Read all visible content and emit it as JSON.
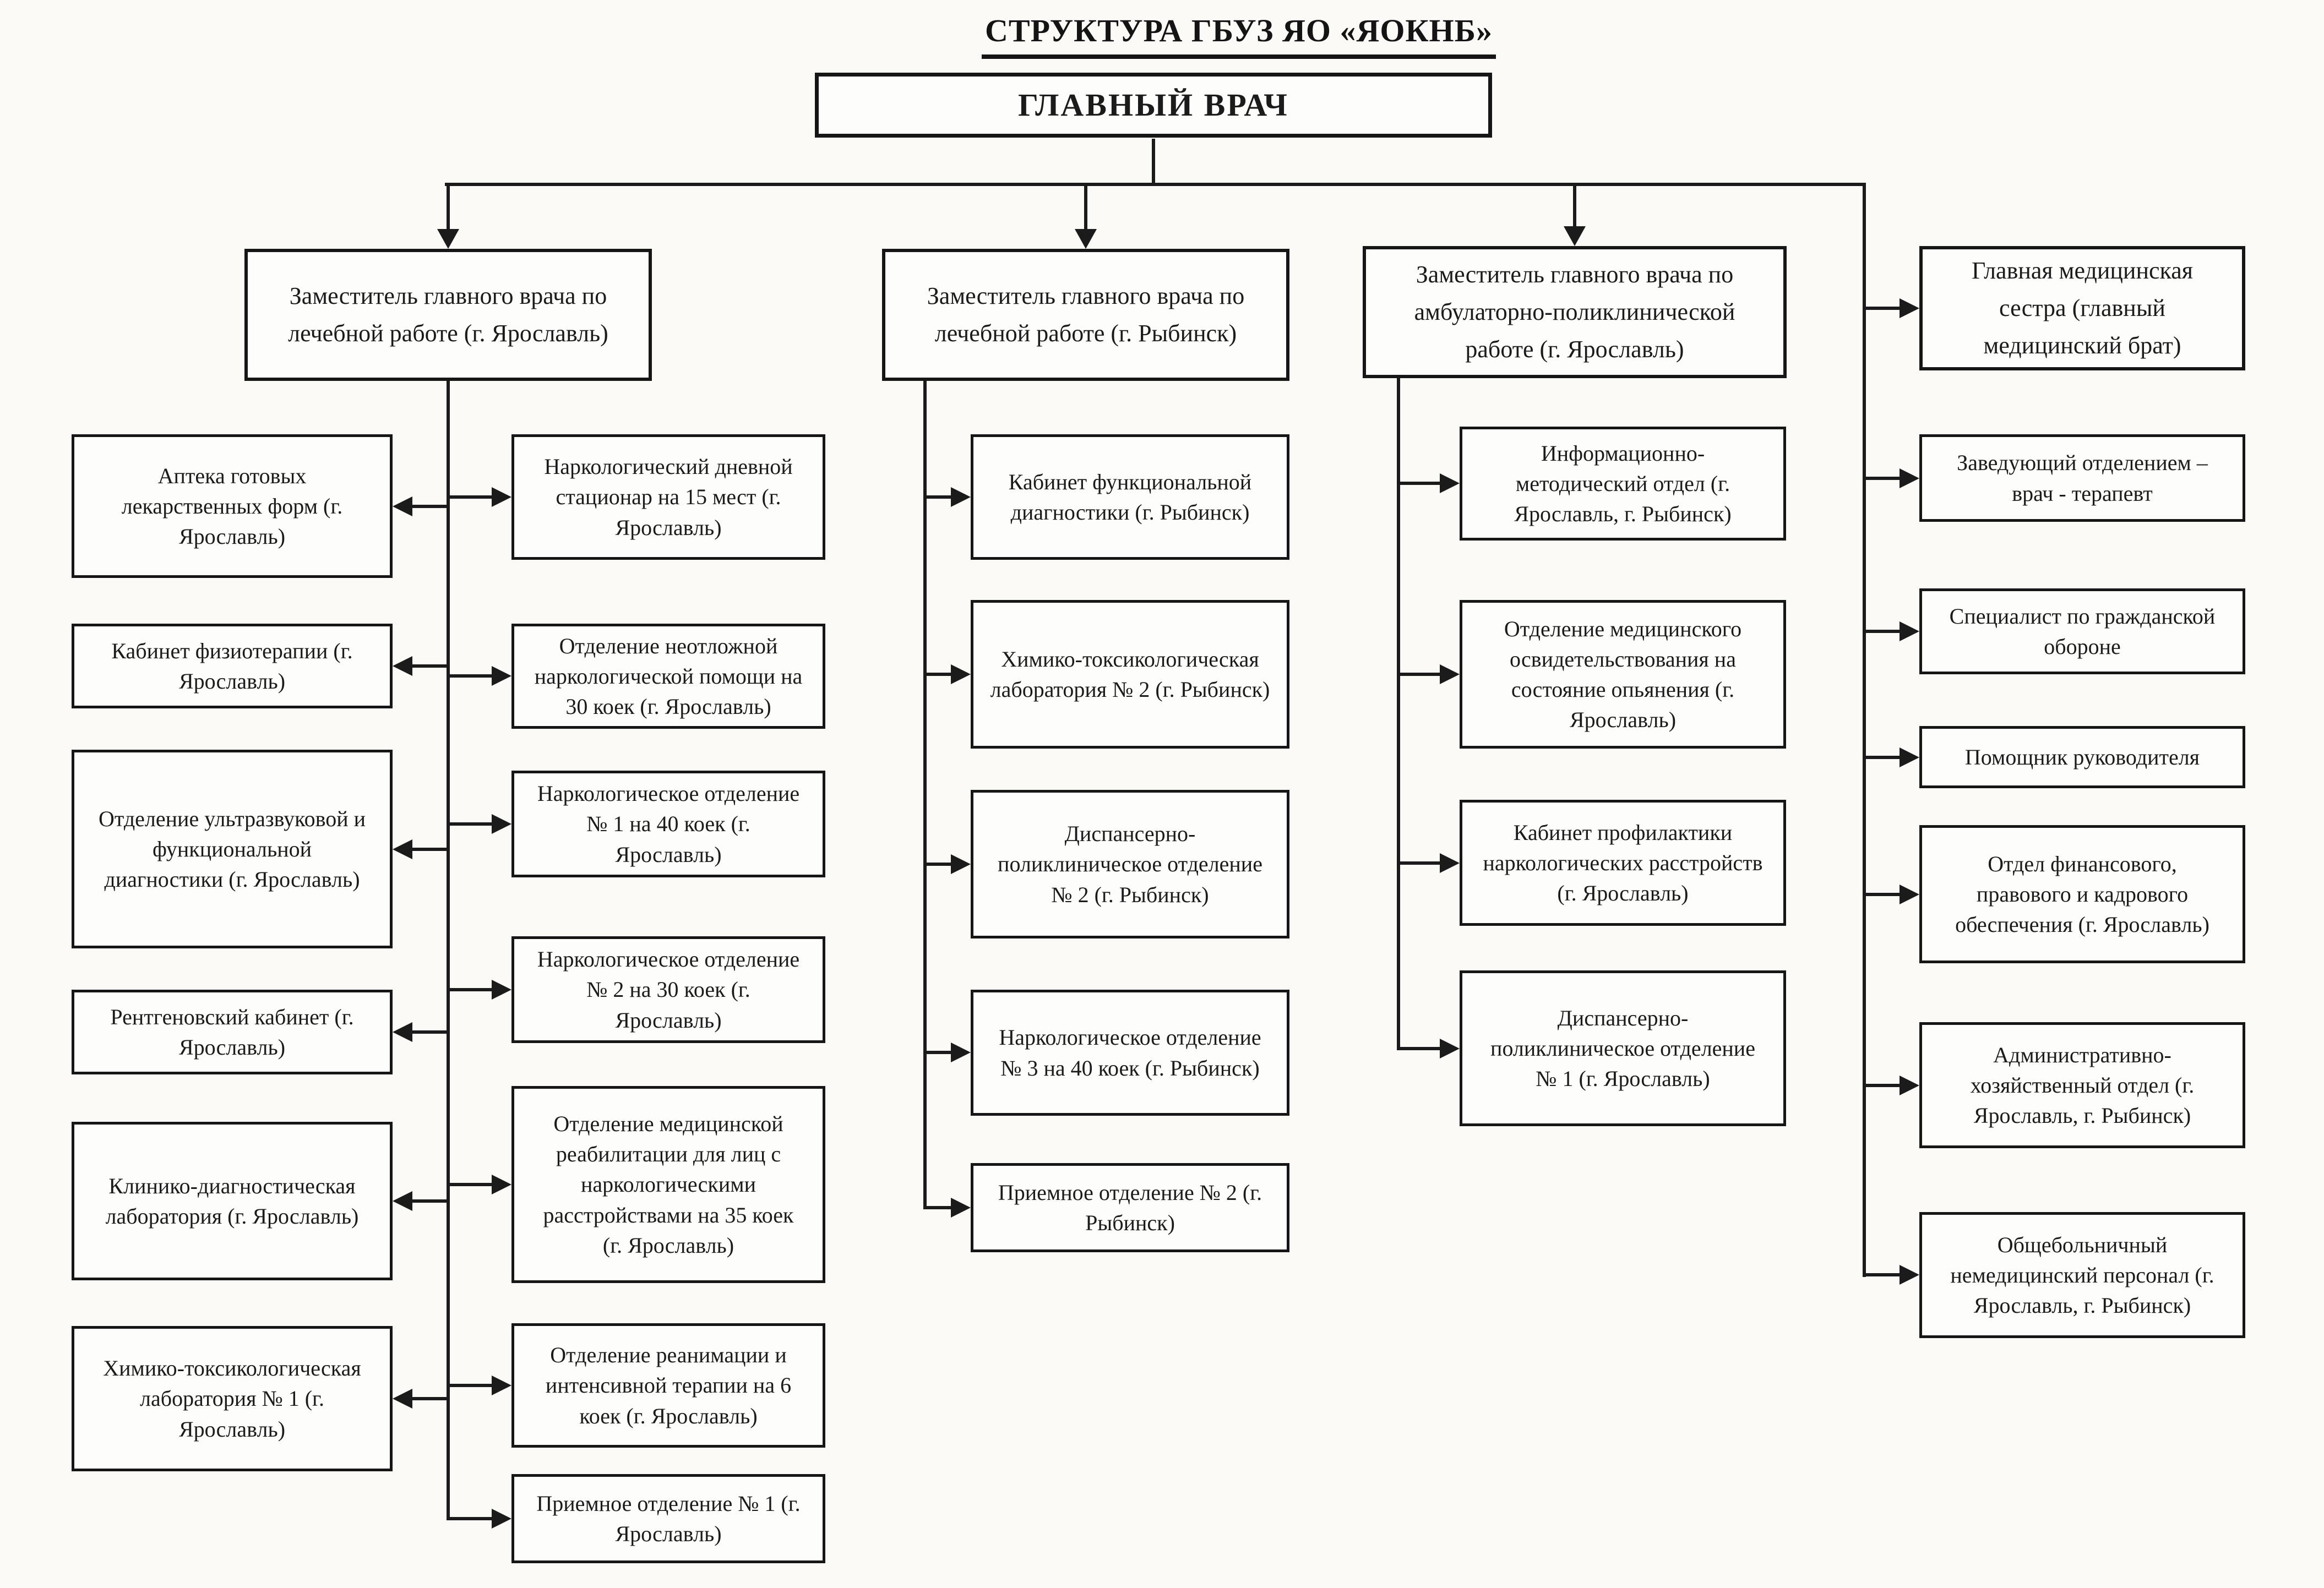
{
  "page": {
    "title": "СТРУКТУРА ГБУЗ ЯО «ЯОКНБ»"
  },
  "root": "ГЛАВНЫЙ ВРАЧ",
  "branch1": {
    "header": "Заместитель главного врача по лечебной работе (г. Ярославль)",
    "left": [
      "Аптека готовых лекарственных форм (г. Ярославль)",
      "Кабинет физиотерапии (г. Ярославль)",
      "Отделение ультразвуковой и функциональной диагностики (г. Ярославль)",
      "Рентгеновский кабинет (г. Ярославль)",
      "Клинико-диагностическая лаборатория (г. Ярославль)",
      "Химико-токсикологическая лаборатория № 1 (г. Ярославль)"
    ],
    "right": [
      "Наркологический дневной стационар на 15 мест (г. Ярославль)",
      "Отделение неотложной наркологической помощи на 30 коек (г. Ярославль)",
      "Наркологическое отделение № 1 на 40 коек (г. Ярославль)",
      "Наркологическое отделение № 2 на 30 коек (г. Ярославль)",
      "Отделение медицинской реабилитации для лиц с наркологическими расстройствами на 35 коек (г. Ярославль)",
      "Отделение реанимации и интенсивной терапии на 6 коек (г. Ярославль)",
      "Приемное отделение № 1 (г. Ярославль)"
    ]
  },
  "branch2": {
    "header": "Заместитель главного врача по лечебной работе (г. Рыбинск)",
    "children": [
      "Кабинет функциональной диагностики (г. Рыбинск)",
      "Химико-токсикологическая лаборатория № 2 (г. Рыбинск)",
      "Диспансерно-поликлиническое отделение № 2 (г. Рыбинск)",
      "Наркологическое отделение № 3 на 40 коек (г. Рыбинск)",
      "Приемное отделение № 2 (г. Рыбинск)"
    ]
  },
  "branch3": {
    "header": "Заместитель главного врача по амбулаторно-поликлинической работе (г. Ярославль)",
    "children": [
      "Информационно-методический отдел (г. Ярославль, г. Рыбинск)",
      "Отделение медицинского освидетельствования на состояние опьянения (г. Ярославль)",
      "Кабинет профилактики наркологических расстройств (г. Ярославль)",
      "Диспансерно-поликлиническое отделение № 1 (г. Ярославль)"
    ]
  },
  "branch4": {
    "header": "Главная медицинская сестра (главный медицинский брат)",
    "children": [
      "Заведующий отделением – врач - терапевт",
      "Специалист по гражданской обороне",
      "Помощник руководителя",
      "Отдел финансового, правового и кадрового обеспечения (г. Ярославль)",
      "Административно-хозяйственный отдел (г. Ярославль, г. Рыбинск)",
      "Общебольничный немедицинский персонал (г. Ярославль, г. Рыбинск)"
    ]
  }
}
